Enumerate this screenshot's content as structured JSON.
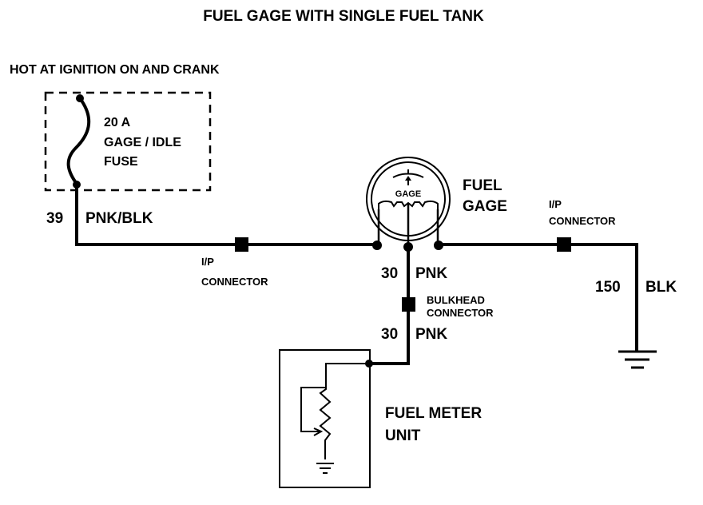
{
  "title": "FUEL GAGE WITH SINGLE FUEL TANK",
  "power_source": "HOT AT IGNITION ON AND CRANK",
  "fuse": {
    "rating": "20 A",
    "name": "GAGE / IDLE",
    "type": "FUSE"
  },
  "wires": [
    {
      "circuit": "39",
      "color": "PNK/BLK"
    },
    {
      "circuit": "30",
      "color": "PNK"
    },
    {
      "circuit": "30",
      "color": "PNK"
    },
    {
      "circuit": "150",
      "color": "BLK"
    }
  ],
  "connectors": [
    {
      "line1": "I/P",
      "line2": "CONNECTOR"
    },
    {
      "line1": "I/P",
      "line2": "CONNECTOR"
    },
    {
      "line1": "BULKHEAD",
      "line2": "CONNECTOR"
    }
  ],
  "gage": {
    "face_label": "GAGE",
    "line1": "FUEL",
    "line2": "GAGE"
  },
  "sender": {
    "line1": "FUEL METER",
    "line2": "UNIT"
  }
}
